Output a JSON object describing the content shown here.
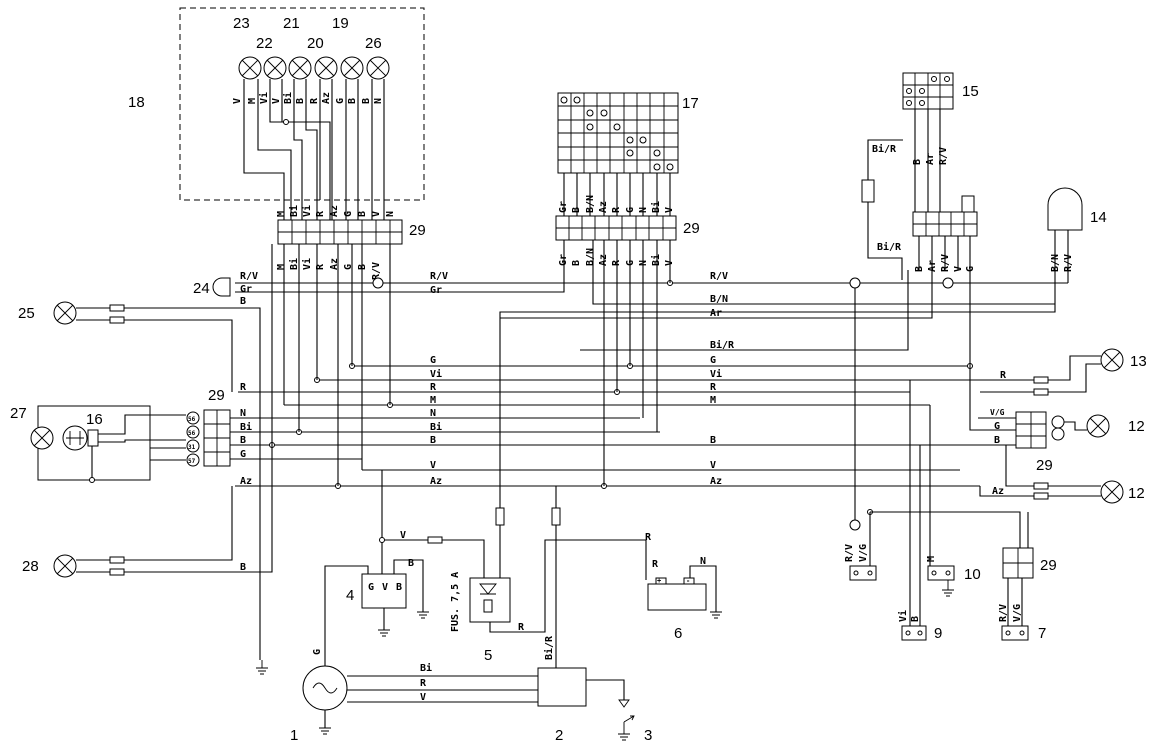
{
  "components": {
    "c1": "1",
    "c2": "2",
    "c3": "3",
    "c4": "4",
    "c5": "5",
    "c6": "6",
    "c7": "7",
    "c9": "9",
    "c10": "10",
    "c12": "12",
    "c13": "13",
    "c14": "14",
    "c15": "15",
    "c16": "16",
    "c17": "17",
    "c18": "18",
    "c19": "19",
    "c20": "20",
    "c21": "21",
    "c22": "22",
    "c23": "23",
    "c24": "24",
    "c25": "25",
    "c26": "26",
    "c27": "27",
    "c28": "28",
    "c29": "29"
  },
  "fuse_label": "FUS. 7,5 A",
  "wires": {
    "top_lamps": [
      "V",
      "M",
      "Vi",
      "V",
      "Bi",
      "B",
      "R",
      "Az",
      "G",
      "B",
      "B",
      "N"
    ],
    "left_conn": [
      "M",
      "Bi",
      "Vi",
      "R",
      "Az",
      "G",
      "B",
      "V",
      "N"
    ],
    "left_conn_bottom": [
      "M",
      "Bi",
      "Vi",
      "R",
      "Az",
      "G",
      "B",
      "R/V"
    ],
    "mid_conn": [
      "Gr",
      "B",
      "B/N",
      "Az",
      "R",
      "G",
      "N",
      "Bi",
      "V"
    ],
    "right_top": [
      "B",
      "Ar",
      "R/V"
    ],
    "right_bottom": [
      "B",
      "Ar",
      "R/V",
      "V",
      "G"
    ],
    "horn": [
      "B/N",
      "R/V"
    ],
    "biR": "Bi/R",
    "rv": "R/V",
    "gr": "Gr",
    "b": "B",
    "bn": "B/N",
    "ar": "Ar",
    "g": "G",
    "vi": "Vi",
    "r": "R",
    "m": "M",
    "n": "N",
    "bi": "Bi",
    "v": "V",
    "az": "Az",
    "vg": "V/G",
    "conn27": [
      "N",
      "Bi",
      "B",
      "G"
    ],
    "conn27_terms": [
      "56",
      "56",
      "31",
      "57"
    ],
    "reg_terms": [
      "G",
      "V",
      "B"
    ],
    "gen": [
      "Bi",
      "R",
      "V"
    ],
    "bat_terms": [
      "R",
      "N"
    ],
    "mod2": "Bi/R",
    "sw9": [
      "Vi",
      "B"
    ],
    "sw7": [
      "R/V",
      "V/G"
    ],
    "rc12": [
      "V/G",
      "G",
      "B"
    ]
  }
}
